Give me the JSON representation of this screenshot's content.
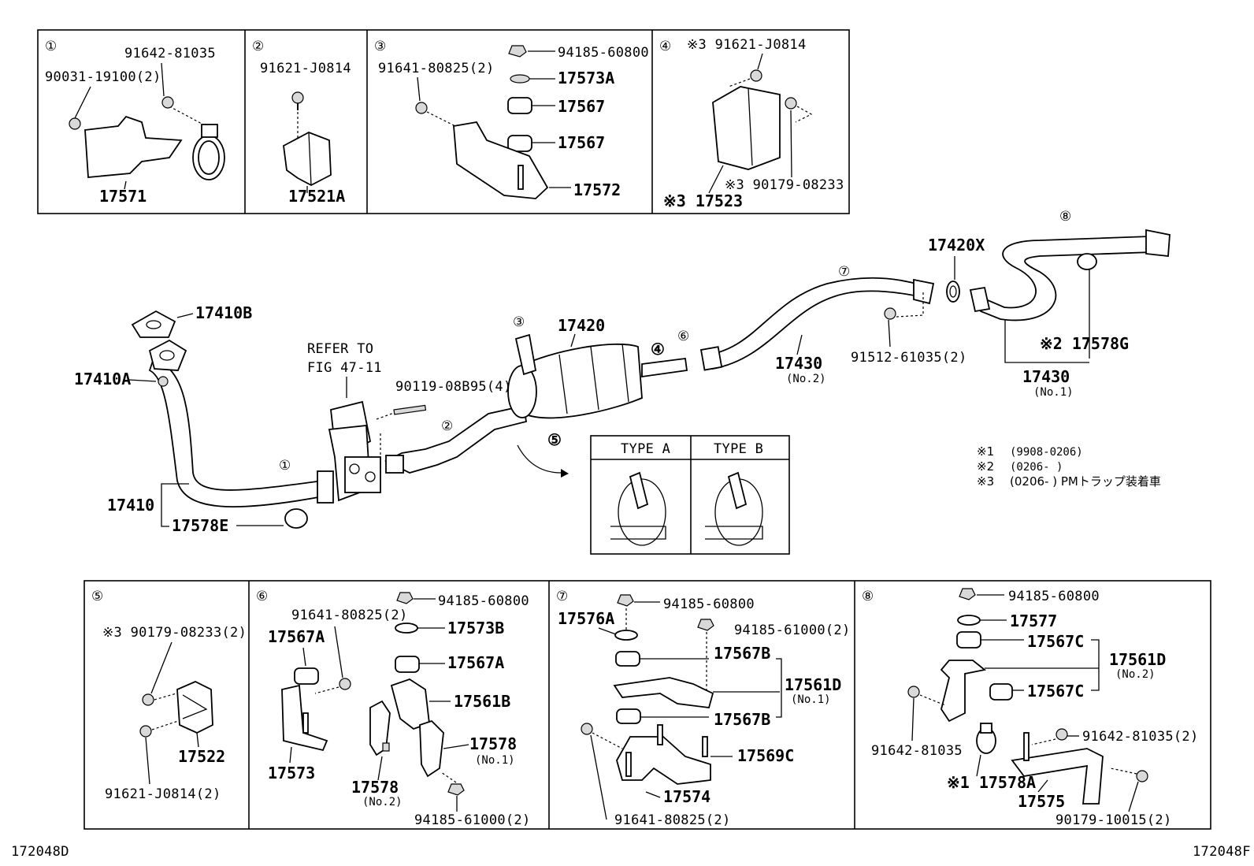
{
  "page_codes": {
    "left": "172048D",
    "right": "172048F"
  },
  "panels_top": [
    {
      "num": "①",
      "parts": [
        "91642-81035",
        "90031-19100(2)",
        "17571"
      ]
    },
    {
      "num": "②",
      "parts": [
        "91621-J0814",
        "17521A"
      ]
    },
    {
      "num": "③",
      "parts": [
        "94185-60800",
        "91641-80825(2)",
        "17573A",
        "17567",
        "17567",
        "17572"
      ]
    },
    {
      "num": "④",
      "parts": [
        "※3 91621-J0814",
        "※3 90179-08233",
        "※3 17523"
      ]
    }
  ],
  "main": {
    "labels": {
      "p17410B": "17410B",
      "p17410A": "17410A",
      "p17410": "17410",
      "p17578E": "17578E",
      "refer1": "REFER TO",
      "refer2": "FIG 47-11",
      "p90119": "90119-08B95(4)",
      "p17420": "17420",
      "p17420X": "17420X",
      "p17430a": "17430",
      "p17430a_sub": "(No.2)",
      "p91512": "91512-61035(2)",
      "p17430b": "17430",
      "p17430b_sub": "(No.1)",
      "p17578G": "※2 17578G"
    },
    "callouts": [
      "①",
      "②",
      "③",
      "④",
      "⑤",
      "⑥",
      "⑦",
      "⑧"
    ],
    "type_box": {
      "a": "TYPE A",
      "b": "TYPE B"
    },
    "notes": [
      {
        "mark": "※1",
        "text": "(9908-0206)"
      },
      {
        "mark": "※2",
        "text": "(0206-      )"
      },
      {
        "mark": "※3",
        "text": "(0206-      ) PMトラップ装着車"
      }
    ]
  },
  "panels_bottom": [
    {
      "num": "⑤",
      "parts": [
        "※3 90179-08233(2)",
        "17522",
        "91621-J0814(2)"
      ]
    },
    {
      "num": "⑥",
      "parts": [
        "94185-60800",
        "91641-80825(2)",
        "17573B",
        "17567A",
        "17567A",
        "17561B",
        "17578",
        "(No.1)",
        "17573",
        "17578",
        "(No.2)",
        "94185-61000(2)"
      ]
    },
    {
      "num": "⑦",
      "parts": [
        "94185-60800",
        "17576A",
        "94185-61000(2)",
        "17567B",
        "17561D",
        "(No.1)",
        "17567B",
        "17569C",
        "17574",
        "91641-80825(2)"
      ]
    },
    {
      "num": "⑧",
      "parts": [
        "94185-60800",
        "17577",
        "17567C",
        "17561D",
        "(No.2)",
        "17567C",
        "91642-81035",
        "91642-81035(2)",
        "※1 17578A",
        "17575",
        "90179-10015(2)"
      ]
    }
  ]
}
